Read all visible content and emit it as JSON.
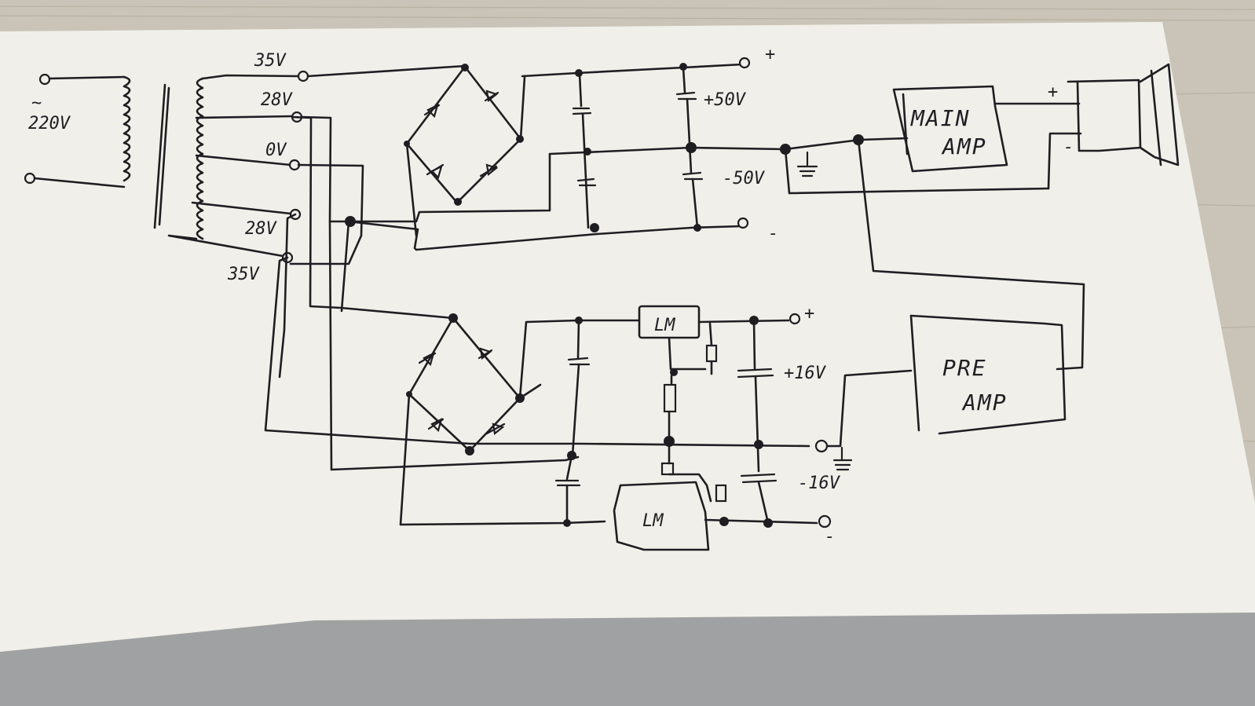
{
  "labels": {
    "mains_symbol": "~",
    "mains": "220V",
    "tap_top": "35V",
    "tap_upper": "28V",
    "tap_center": "0V",
    "tap_lower": "28V",
    "tap_bottom": "35V",
    "main_plus": "+",
    "main_pos_rail": "+50V",
    "main_neg_rail": "-50V",
    "main_minus": "-",
    "reg_plus": "+",
    "pre_pos_rail": "+16V",
    "pre_neg_rail": "-16V",
    "pre_minus": "-",
    "reg_top": "LM",
    "reg_bottom": "LM",
    "main_amp_line1": "MAIN",
    "main_amp_line2": "AMP",
    "pre_amp_line1": "PRE",
    "pre_amp_line2": "AMP",
    "speaker_plus": "+",
    "speaker_minus": "-"
  },
  "colors": {
    "paper": "#f1efe9",
    "ink": "#1e1e22",
    "desk": "#c9c4b7"
  }
}
